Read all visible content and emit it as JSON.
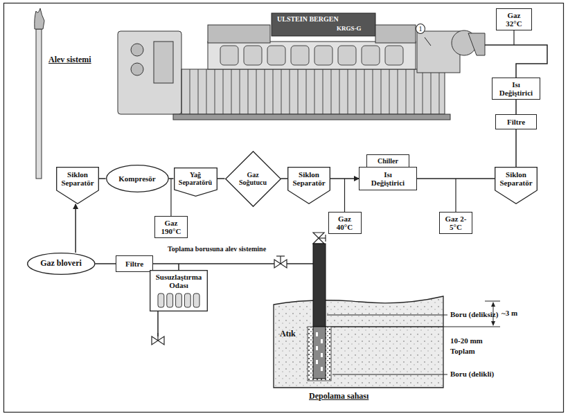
{
  "diagram": {
    "nodes": [
      {
        "text": [
          "Gaz 32°C"
        ]
      },
      {
        "text": [
          "Isı Değiştirici"
        ]
      },
      {
        "text": [
          "Filtre"
        ]
      },
      {
        "text": [
          "Siklon Separatör"
        ]
      },
      {
        "text": [
          "Kompresör"
        ]
      },
      {
        "text": [
          "Yağ Separatörü"
        ]
      },
      {
        "text": [
          "Gaz Soğutucu"
        ]
      },
      {
        "text": [
          "Siklon Separatör"
        ]
      },
      {
        "text": [
          "Chiller"
        ]
      },
      {
        "text": [
          "Isı Değiştirici"
        ]
      },
      {
        "text": [
          "Siklon Separatör"
        ]
      },
      {
        "text": [
          "Gaz 190°C"
        ]
      },
      {
        "text": [
          "Gaz 40°C"
        ]
      },
      {
        "text": [
          "Gaz 2-5°C"
        ]
      },
      {
        "text": [
          "Gaz bloveri"
        ]
      },
      {
        "text": [
          "Filtre"
        ]
      },
      {
        "text": [
          "Susuzlaştırma Odası"
        ]
      }
    ],
    "edges": [
      {
        "from": 15,
        "to": 14,
        "arrow": "none"
      },
      {
        "from": 14,
        "to": 3,
        "arrow": "to"
      },
      {
        "from": 3,
        "to": 4,
        "arrow": "none"
      },
      {
        "from": 4,
        "to": 5,
        "arrow": "none"
      },
      {
        "from": 5,
        "to": 6,
        "arrow": "none"
      },
      {
        "from": 6,
        "to": 7,
        "arrow": "none"
      },
      {
        "from": 7,
        "to": 9,
        "arrow": "to"
      },
      {
        "from": 9,
        "to": 10,
        "arrow": "none"
      },
      {
        "from": 10,
        "to": 2,
        "arrow": "none"
      },
      {
        "from": 2,
        "to": 1,
        "arrow": "none"
      }
    ],
    "labels": [
      "Alev sistemi",
      "ULSTEIN BERGEN",
      "KRGS-G",
      "1",
      "Toplama borusuna alev sistemine",
      "Boru (deliksiz)",
      "~3 m",
      "10-20 mm",
      "Toplam",
      "Boru (delikli)",
      "Atık",
      "Depolama sahası"
    ]
  }
}
